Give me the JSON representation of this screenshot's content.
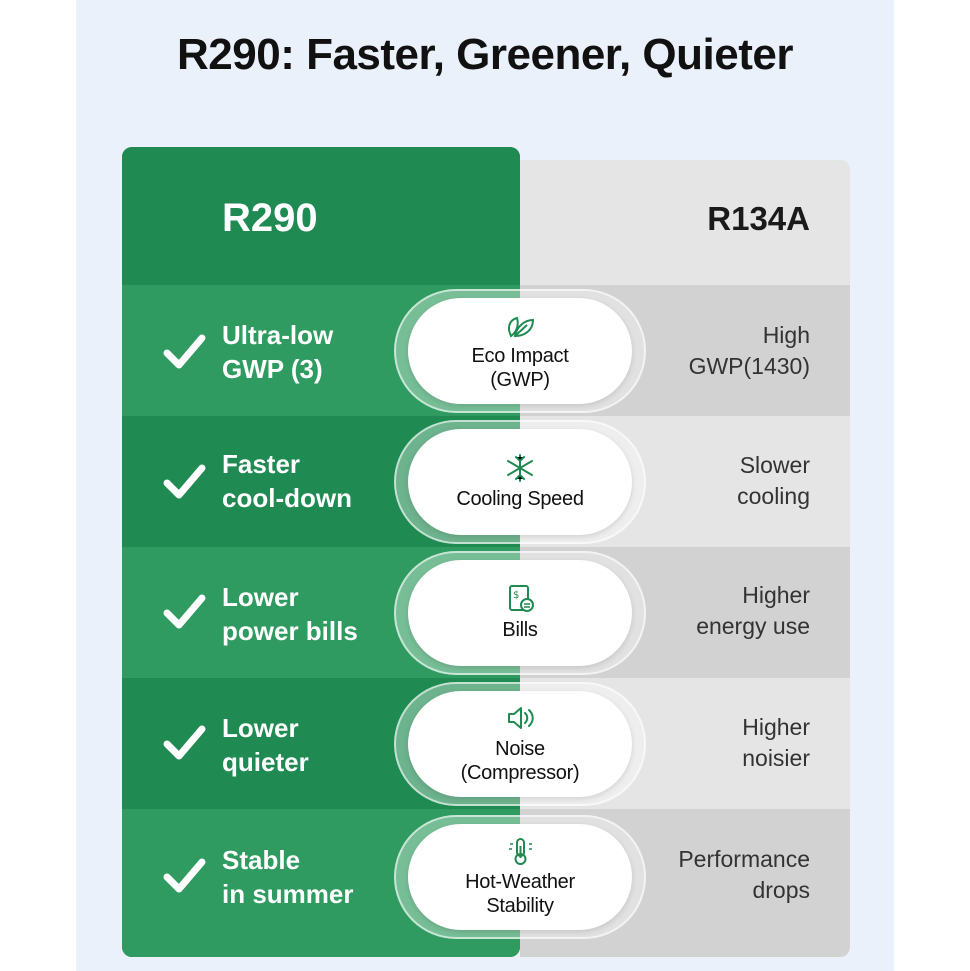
{
  "title": "R290: Faster, Greener, Quieter",
  "columns": {
    "left": "R290",
    "right": "R134A"
  },
  "colors": {
    "green": "#1f8a52",
    "green_light": "#2f9b60",
    "grey": "#e5e5e5",
    "grey_dark": "#d2d2d2",
    "icon_green": "#1f8a52"
  },
  "rows": [
    {
      "pro": "Ultra-low\nGWP (3)",
      "feature": "Eco Impact\n(GWP)",
      "con": "High\nGWP(1430)",
      "icon": "leaf-icon"
    },
    {
      "pro": "Faster\ncool-down",
      "feature": "Cooling Speed",
      "con": "Slower\ncooling",
      "icon": "snowflake-icon"
    },
    {
      "pro": "Lower\npower bills",
      "feature": "Bills",
      "con": "Higher\nenergy use",
      "icon": "bill-icon"
    },
    {
      "pro": "Lower\nquieter",
      "feature": "Noise\n(Compressor)",
      "con": "Higher\nnoisier",
      "icon": "speaker-icon"
    },
    {
      "pro": "Stable\nin summer",
      "feature": "Hot-Weather\nStability",
      "con": "Performance\ndrops",
      "icon": "thermometer-icon"
    }
  ]
}
